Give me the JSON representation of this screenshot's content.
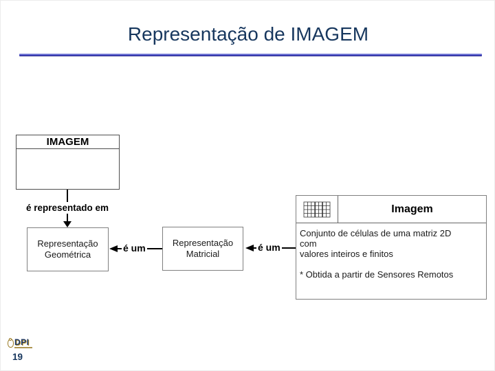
{
  "slide": {
    "title": "Representação de IMAGEM",
    "page_number": "19"
  },
  "colors": {
    "title_text": "#17375E",
    "rule_blue_light": "#a9aee6",
    "rule_blue_dark": "#1d1d66",
    "box_border_gray": "#7f7f7f",
    "imagem_box_border": "#4d4d4d",
    "arrow_black": "#000000",
    "logo_gold": "#9a7a24",
    "logo_navy": "#1F3864"
  },
  "diagram": {
    "imagem_box": {
      "title": "IMAGEM"
    },
    "edge_represented_label": "é representado em",
    "geometric_box_label": "Representação Geométrica",
    "edge_is_a_left_label": "é um",
    "matricial_box_label": "Representação Matricial",
    "edge_is_a_right_label": "é um",
    "image_box": {
      "icon": "matrix-grid-icon",
      "title": "Imagem",
      "lines": [
        "Conjunto de células de uma matriz 2D",
        "com",
        "valores inteiros e finitos",
        "",
        "* Obtida a partir de Sensores Remotos"
      ]
    }
  },
  "footer": {
    "logo_text": "DPI"
  }
}
